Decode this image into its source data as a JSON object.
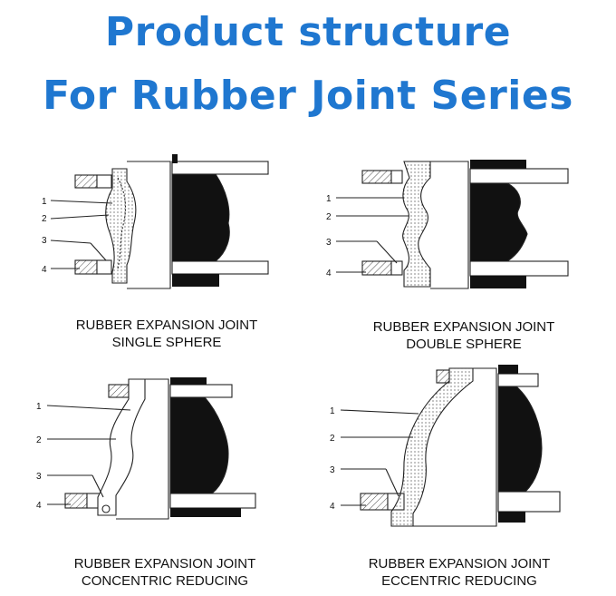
{
  "header": {
    "title_line1": "Product structure",
    "title_line2": "For Rubber Joint Series",
    "title_color": "#1f77d0"
  },
  "diagrams": [
    {
      "caption_line1": "RUBBER EXPANSION JOINT",
      "caption_line2": "SINGLE SPHERE",
      "callouts": [
        "1",
        "2",
        "3",
        "4"
      ]
    },
    {
      "caption_line1": "RUBBER EXPANSION JOINT",
      "caption_line2": "DOUBLE SPHERE",
      "callouts": [
        "1",
        "2",
        "3",
        "4"
      ]
    },
    {
      "caption_line1": "RUBBER EXPANSION JOINT",
      "caption_line2": "CONCENTRIC REDUCING",
      "callouts": [
        "1",
        "2",
        "3",
        "4"
      ]
    },
    {
      "caption_line1": "RUBBER EXPANSION JOINT",
      "caption_line2": "ECCENTRIC REDUCING",
      "callouts": [
        "1",
        "2",
        "3",
        "4"
      ]
    }
  ]
}
